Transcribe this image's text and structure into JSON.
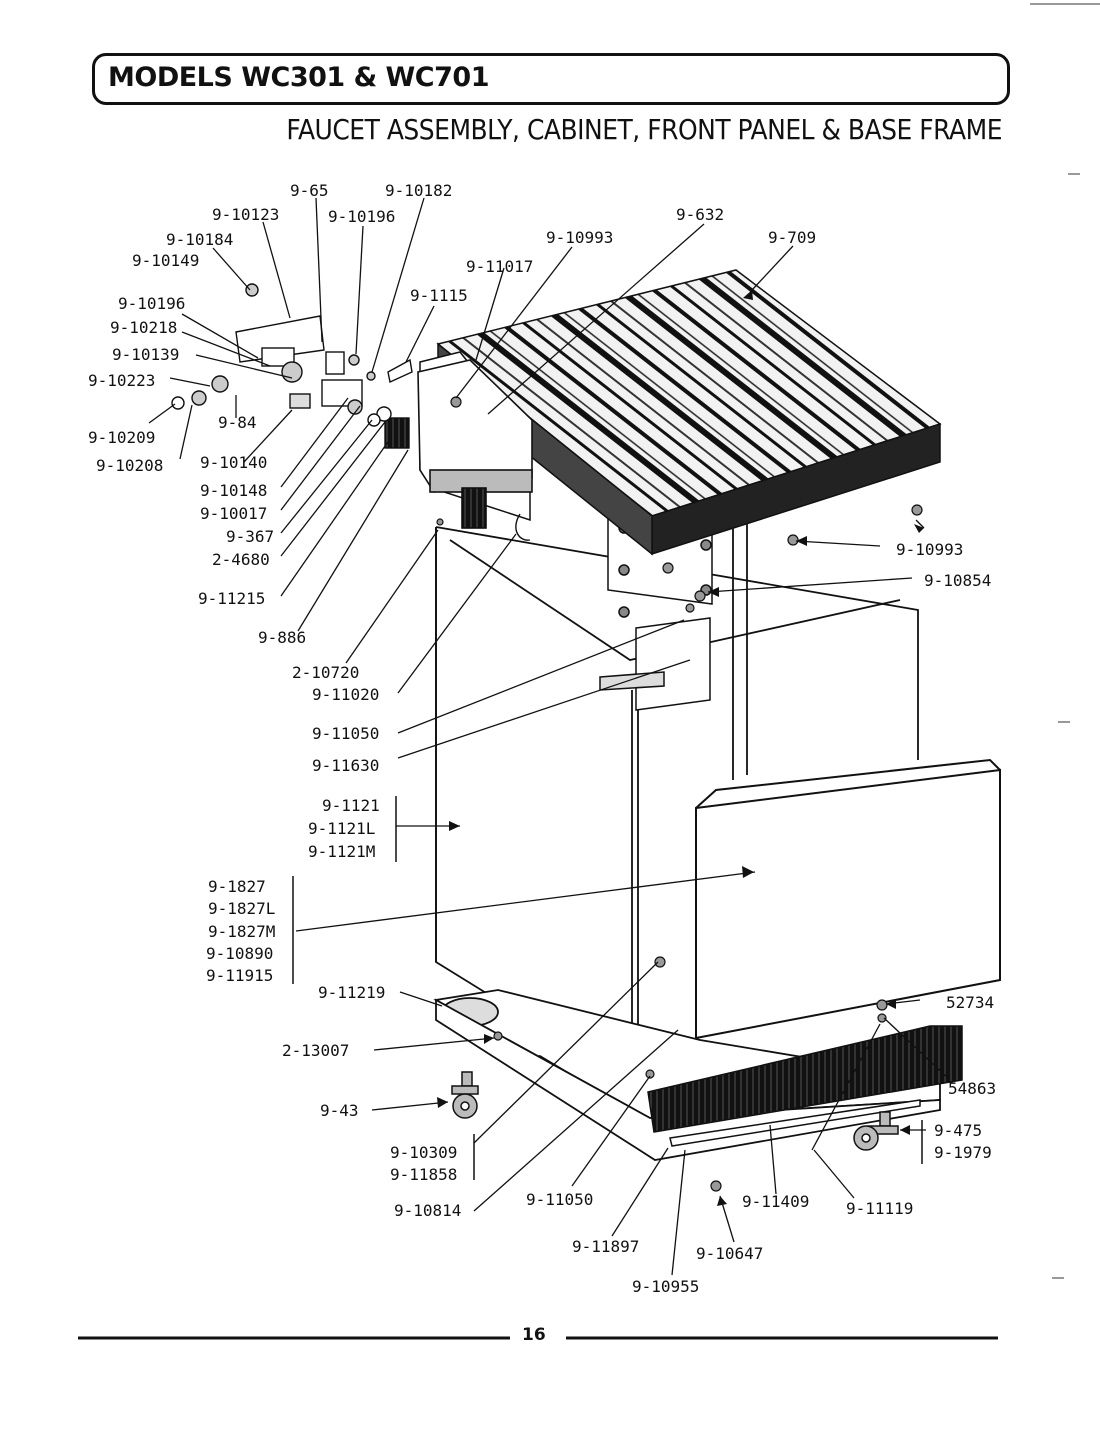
{
  "header": {
    "title": "MODELS WC301 & WC701",
    "subtitle": "FAUCET ASSEMBLY, CABINET, FRONT PANEL & BASE FRAME"
  },
  "footer": {
    "page_number": "16"
  },
  "callouts": [
    "9-65",
    "9-10182",
    "9-10123",
    "9-10196",
    "9-10184",
    "9-10149",
    "9-632",
    "9-10993",
    "9-709",
    "9-11017",
    "9-1115",
    "9-10196",
    "9-10218",
    "9-10139",
    "9-10223",
    "9-84",
    "9-10209",
    "9-10208",
    "9-10140",
    "9-10148",
    "9-10017",
    "9-367",
    "2-4680",
    "9-11215",
    "9-886",
    "9-10993",
    "9-10854",
    "2-10720",
    "9-11020",
    "9-11050",
    "9-11630",
    "9-1121",
    "9-1121L",
    "9-1121M",
    "9-1827",
    "9-1827L",
    "9-1827M",
    "9-10890",
    "9-11915",
    "9-11219",
    "52734",
    "2-13007",
    "54863",
    "9-43",
    "9-475",
    "9-1979",
    "9-10309",
    "9-11858",
    "9-10814",
    "9-11050",
    "9-11409",
    "9-11119",
    "9-11897",
    "9-10647",
    "9-10955"
  ]
}
